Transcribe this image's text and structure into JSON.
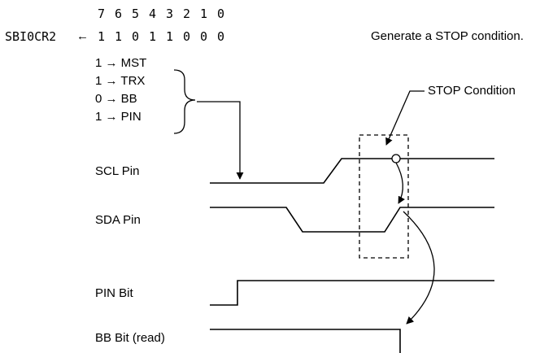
{
  "register": {
    "bit_numbers": [
      "7",
      "6",
      "5",
      "4",
      "3",
      "2",
      "1",
      "0"
    ],
    "name": "SBI0CR2",
    "arrow": "←",
    "bit_values": [
      "1",
      "1",
      "0",
      "1",
      "1",
      "0",
      "0",
      "0"
    ],
    "caption": "Generate a STOP condition."
  },
  "bit_settings": [
    "1 → MST",
    "1 → TRX",
    "0 → BB",
    "1 → PIN"
  ],
  "stop_label": "STOP Condition",
  "signals": [
    {
      "label": "SCL Pin"
    },
    {
      "label": "SDA Pin"
    },
    {
      "label": "PIN Bit"
    },
    {
      "label": "BB Bit (read)"
    }
  ]
}
